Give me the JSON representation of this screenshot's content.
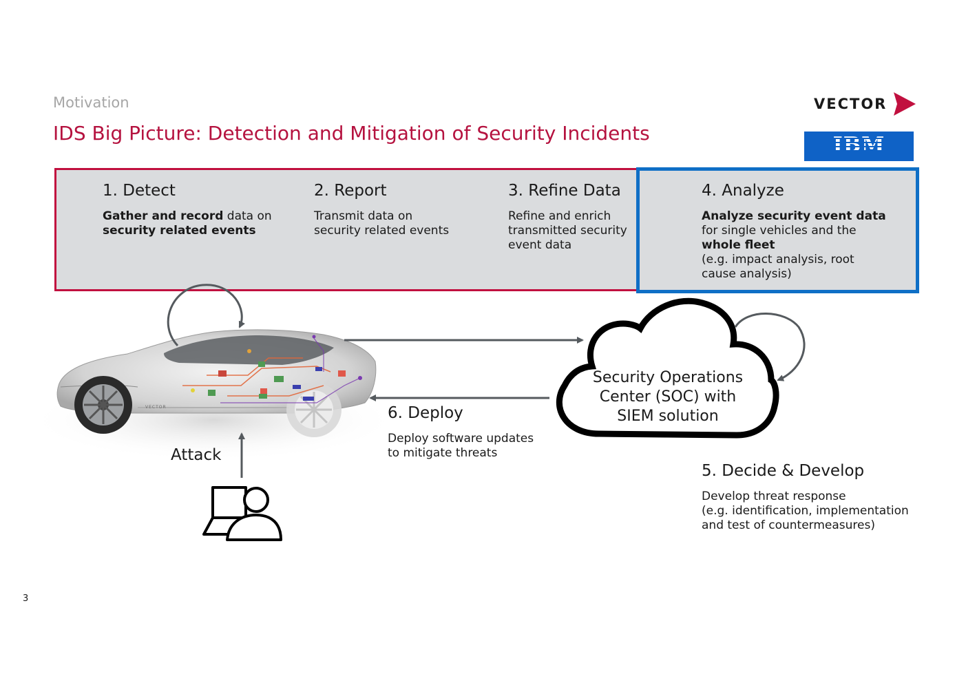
{
  "header": {
    "supertitle": "Motivation",
    "title": "IDS Big Picture: Detection and Mitigation of Security Incidents"
  },
  "logos": {
    "vector": "VECTOR",
    "ibm": "IBM"
  },
  "steps": [
    {
      "title": "1. Detect",
      "lines": [
        {
          "bold": "Gather and record",
          "rest": " data on"
        },
        {
          "bold": "security related events",
          "rest": ""
        }
      ]
    },
    {
      "title": "2. Report",
      "lines": [
        {
          "bold": "",
          "rest": "Transmit data on"
        },
        {
          "bold": "",
          "rest": "security related events"
        }
      ]
    },
    {
      "title": "3. Refine Data",
      "lines": [
        {
          "bold": "",
          "rest": "Refine and enrich"
        },
        {
          "bold": "",
          "rest": "transmitted security"
        },
        {
          "bold": "",
          "rest": "event data"
        }
      ]
    },
    {
      "title": "4. Analyze",
      "lines": [
        {
          "bold": "Analyze security event data",
          "rest": ""
        },
        {
          "bold": "",
          "rest": "for single vehicles and the"
        },
        {
          "bold": "whole fleet",
          "rest": ""
        },
        {
          "bold": "",
          "rest": "(e.g. impact analysis, root"
        },
        {
          "bold": "",
          "rest": "cause analysis)"
        }
      ]
    },
    {
      "title": "5. Decide & Develop",
      "lines": [
        {
          "bold": "",
          "rest": "Develop threat response"
        },
        {
          "bold": "",
          "rest": "(e.g. identification, implementation"
        },
        {
          "bold": "",
          "rest": "and test of countermeasures)"
        }
      ]
    },
    {
      "title": "6. Deploy",
      "lines": [
        {
          "bold": "",
          "rest": "Deploy software updates"
        },
        {
          "bold": "",
          "rest": "to mitigate threats"
        }
      ]
    }
  ],
  "soc": {
    "lines": [
      "Security Operations",
      "Center (SOC) with",
      "SIEM solution"
    ]
  },
  "attack_label": "Attack",
  "car_badge": "VECTOR",
  "page_number": "3",
  "colors": {
    "accent_red": "#b5123f",
    "accent_blue": "#0f6fc6",
    "band_gray": "#dadcde",
    "arrow_gray": "#555a5e"
  },
  "icons": {
    "attacker": "user-at-laptop-icon",
    "cloud": "cloud-icon"
  }
}
